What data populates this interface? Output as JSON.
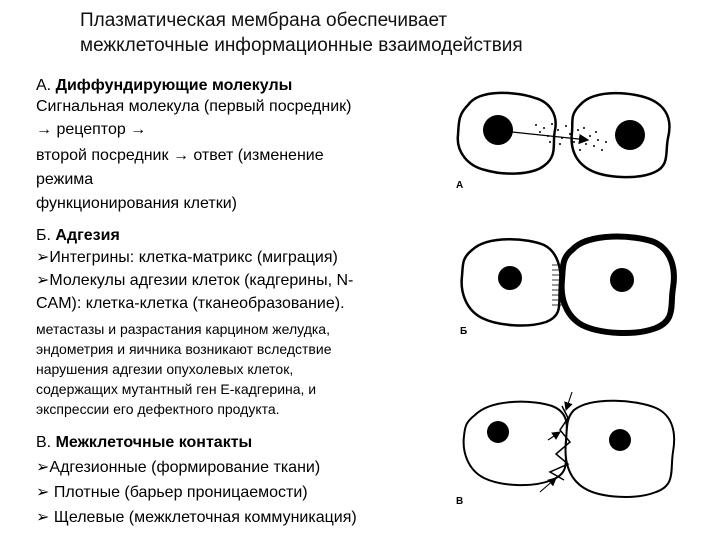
{
  "title": {
    "line1": "Плазматическая мембрана обеспечивает",
    "line2": "межклеточные информационные взаимодействия"
  },
  "section_a": {
    "prefix": "А. ",
    "heading": "Диффундирующие молекулы",
    "lines": [
      "Сигнальная молекула (первый посредник)",
      "→ рецептор →",
      "второй посредник → ответ (изменение",
      "режима",
      "функционирования клетки)"
    ]
  },
  "section_b": {
    "prefix": "Б. ",
    "heading": "Адгезия",
    "bullets": [
      "➢Интегрины: клетка-матрикс (миграция)",
      "➢Молекулы адгезии клеток (кадгерины, N-",
      "CAM): клетка-клетка (тканеобразование)."
    ],
    "note": [
      "метастазы и разрастания карцином желудка,",
      "эндометрия и яичника возникают вследствие",
      "нарушения адгезии опухолевых клеток,",
      "содержащих мутантный ген E-кадгерина, и",
      "экспрессии его дефектного продукта."
    ]
  },
  "section_c": {
    "prefix": "В. ",
    "heading": "Межклеточные контакты",
    "bullets": [
      "➢Адгезионные (формирование ткани)",
      "➢ Плотные (барьер проницаемости)",
      "➢ Щелевые (межклеточная коммуникация)"
    ]
  },
  "figure": {
    "label_a": "А",
    "label_b": "Б",
    "label_c": "В"
  }
}
